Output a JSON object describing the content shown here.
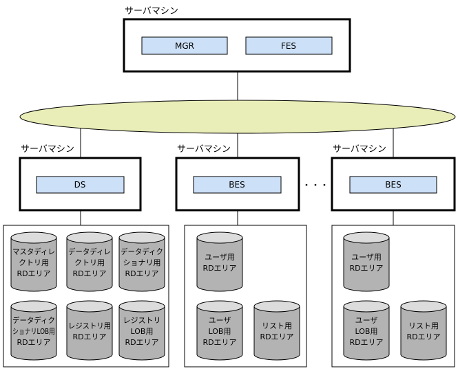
{
  "diagram": {
    "top_machine": {
      "label": "サーバマシン",
      "components": [
        "MGR",
        "FES"
      ]
    },
    "ellipsis": "・・・",
    "machines": [
      {
        "label": "サーバマシン",
        "component": "DS"
      },
      {
        "label": "サーバマシン",
        "component": "BES"
      },
      {
        "label": "サーバマシン",
        "component": "BES"
      }
    ],
    "storage_groups": [
      {
        "cylinders": [
          [
            "マスタディレ",
            "クトリ用",
            "RDエリア"
          ],
          [
            "データディレ",
            "クトリ用",
            "RDエリア"
          ],
          [
            "データディク",
            "ショナリ用",
            "RDエリア"
          ],
          [
            "データディク",
            "ショナリLOB用",
            "RDエリア"
          ],
          [
            "レジストリ用",
            "RDエリア"
          ],
          [
            "レジストリ",
            "LOB用",
            "RDエリア"
          ]
        ]
      },
      {
        "cylinders": [
          [
            "ユーザ用",
            "RDエリア"
          ],
          [
            "ユーザ",
            "LOB用",
            "RDエリア"
          ],
          [
            "リスト用",
            "RDエリア"
          ]
        ]
      },
      {
        "cylinders": [
          [
            "ユーザ用",
            "RDエリア"
          ],
          [
            "ユーザ",
            "LOB用",
            "RDエリア"
          ],
          [
            "リスト用",
            "RDエリア"
          ]
        ]
      }
    ],
    "colors": {
      "component_fill": "#cce0f7",
      "network_fill": "#e9edb7",
      "cylinder_body": "#b3b3b3",
      "cylinder_top": "#dcdcdc"
    }
  }
}
